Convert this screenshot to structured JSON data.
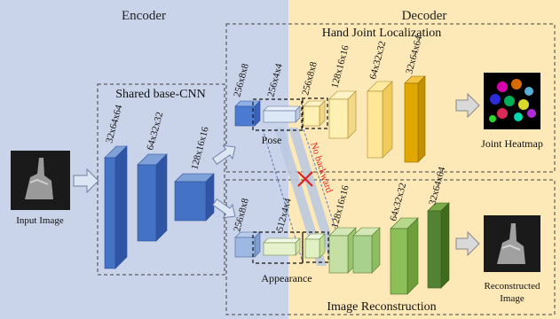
{
  "colors": {
    "encoder_bg": "#c9d4ea",
    "decoder_bg": "#fde9b8",
    "blue": "#4472c4",
    "blue_dark": "#2f55a4",
    "light_blue": "#dce8f6",
    "yellow": "#ffe699",
    "orange": "#e0a800",
    "green_light": "#e6f2cc",
    "green": "#a9d18e",
    "green_dark": "#548235",
    "red": "#e02020",
    "arrow_fill": "#dce6f2"
  },
  "sections": {
    "encoder": "Encoder",
    "decoder": "Decoder",
    "shared_cnn": "Shared base-CNN",
    "hand_joint": "Hand Joint Localization",
    "image_recon": "Image Reconstruction"
  },
  "encoder_dims": [
    "32x64x64",
    "64x32x32",
    "128x16x16"
  ],
  "pose_dims": [
    "256x8x8",
    "256x4x4",
    "256x8x8",
    "128x16x16",
    "64x32x32",
    "32x64x64"
  ],
  "recon_dims": [
    "256x8x8",
    "512x4x4",
    "128x16x16",
    "64x32x32",
    "32x64x64"
  ],
  "labels": {
    "input_image": "Input Image",
    "pose": "Pose",
    "appearance": "Appearance",
    "joint_heatmap": "Joint Heatmap",
    "reconstructed_line1": "Reconstructed",
    "reconstructed_line2": "Image",
    "no_backward": "No backward"
  }
}
